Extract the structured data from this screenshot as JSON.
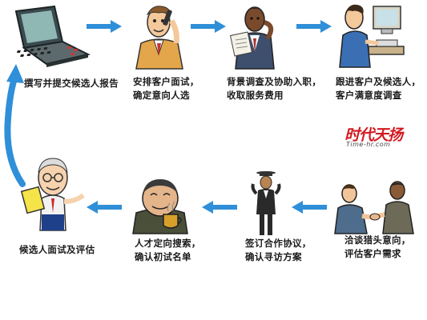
{
  "steps": {
    "s1": {
      "line1": "撰写并提交候选人报告",
      "line2": ""
    },
    "s2": {
      "line1": "安排客户面试，",
      "line2": "确定意向人选"
    },
    "s3": {
      "line1": "背景调查及协助入职，",
      "line2": "收取服务费用"
    },
    "s4": {
      "line1": "跟进客户及候选人，",
      "line2": "客户满意度调查"
    },
    "s5": {
      "line1": "洽谈猎头意向，",
      "line2": "评估客户需求"
    },
    "s6": {
      "line1": "签订合作协议，",
      "line2": "确认寻访方案"
    },
    "s7": {
      "line1": "人才定向搜索，",
      "line2": "确认初试名单"
    },
    "s8": {
      "line1": "候选人面试及评估",
      "line2": ""
    }
  },
  "logo": {
    "text": "时代天扬",
    "subtext": "Time-hr.com"
  },
  "colors": {
    "arrow": "#2f8fd8",
    "arrow_dark": "#1c6db3",
    "logo": "#d21920"
  }
}
